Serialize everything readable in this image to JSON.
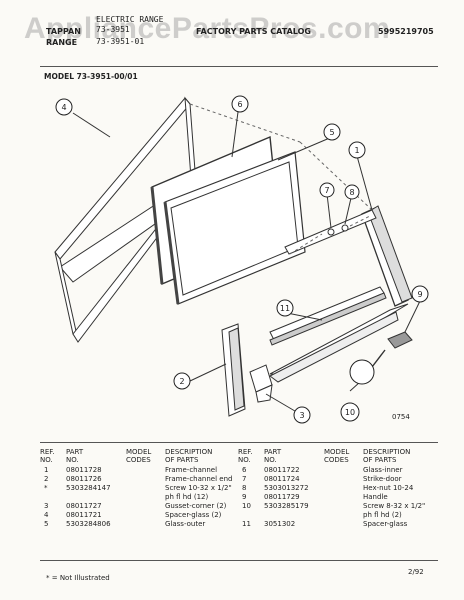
{
  "header": {
    "tap_label": "TAPPAN",
    "range_label": "RANGE",
    "type_line": "ELECTRIC RANGE",
    "model_line_1": "73-3951",
    "model_line_2": "73-3951-01",
    "catalog_title": "FACTORY PARTS CATALOG",
    "catalog_number": "5995219705",
    "watermark": "AppliancePartsPros.com"
  },
  "model_heading": "MODEL 73-3951-00/01",
  "diagram": {
    "callouts": [
      "1",
      "2",
      "3",
      "4",
      "5",
      "6",
      "7",
      "8",
      "9",
      "10",
      "11"
    ],
    "figure_code": "0754"
  },
  "table": {
    "headers": {
      "ref": "REF.\nNO.",
      "part": "PART\nNO.",
      "model": "MODEL\nCODES",
      "desc": "DESCRIPTION\nOF PARTS"
    },
    "left_rows": [
      {
        "ref": "1",
        "part": "08011728",
        "desc": "Frame-channel"
      },
      {
        "ref": "2",
        "part": "08011726",
        "desc": "Frame-channel end"
      },
      {
        "ref": "*",
        "part": "5303284147",
        "desc": "Screw 10-32 x 1/2\""
      },
      {
        "ref": "",
        "part": "",
        "desc": "ph fl hd (12)"
      },
      {
        "ref": "3",
        "part": "08011727",
        "desc": "Gusset-corner (2)"
      },
      {
        "ref": "4",
        "part": "08011721",
        "desc": "Spacer-glass (2)"
      },
      {
        "ref": "5",
        "part": "5303284806",
        "desc": "Glass-outer"
      }
    ],
    "right_rows": [
      {
        "ref": "6",
        "part": "08011722",
        "desc": "Glass-inner"
      },
      {
        "ref": "7",
        "part": "08011724",
        "desc": "Strike-door"
      },
      {
        "ref": "8",
        "part": "5303013272",
        "desc": "Hex-nut 10-24"
      },
      {
        "ref": "9",
        "part": "08011729",
        "desc": "Handle"
      },
      {
        "ref": "10",
        "part": "5303285179",
        "desc": "Screw 8-32 x 1/2\""
      },
      {
        "ref": "",
        "part": "",
        "desc": "ph fl hd (2)"
      },
      {
        "ref": "11",
        "part": "3051302",
        "desc": "Spacer-glass"
      }
    ]
  },
  "footer": {
    "note": "* = Not Illustrated",
    "date": "2/92"
  }
}
